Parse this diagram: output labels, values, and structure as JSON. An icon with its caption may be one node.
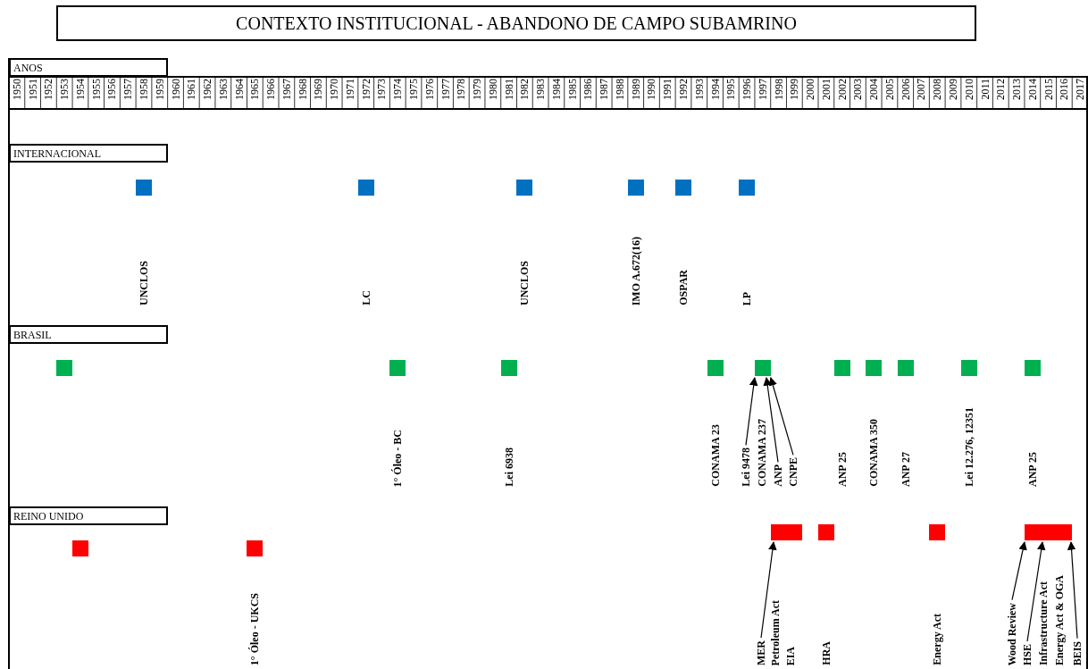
{
  "diagram": {
    "title": "CONTEXTO INSTITUCIONAL - ABANDONO DE CAMPO SUBAMRINO",
    "nodes": [
      {
        "text": [
          "ANOS"
        ]
      },
      {
        "text": [
          "INTERNACIONAL"
        ]
      },
      {
        "text": [],
        "shape": "box"
      },
      {
        "text": [],
        "shape": "box"
      },
      {
        "text": [],
        "shape": "box"
      },
      {
        "text": [],
        "shape": "box"
      },
      {
        "text": [],
        "shape": "box"
      },
      {
        "text": [],
        "shape": "box"
      },
      {
        "text": [
          "BRASIL"
        ]
      },
      {
        "text": [],
        "shape": "box"
      },
      {
        "text": [],
        "shape": "box"
      },
      {
        "text": [],
        "shape": "box"
      },
      {
        "text": [],
        "shape": "box"
      },
      {
        "text": [],
        "shape": "box"
      },
      {
        "text": [
          "Lei 9478"
        ]
      },
      {
        "text": [
          "ANP"
        ]
      },
      {
        "text": [
          "CNPE"
        ]
      },
      {
        "text": [],
        "shape": "box"
      },
      {
        "text": [],
        "shape": "box"
      },
      {
        "text": [],
        "shape": "box"
      },
      {
        "text": [],
        "shape": "box"
      },
      {
        "text": [],
        "shape": "box"
      },
      {
        "text": [
          "REINO UNIDO"
        ]
      },
      {
        "text": [],
        "shape": "box"
      },
      {
        "text": [],
        "shape": "box"
      },
      {
        "text": [],
        "shape": "bar"
      },
      {
        "text": [
          "MER"
        ]
      },
      {
        "text": [],
        "shape": "box"
      },
      {
        "text": [],
        "shape": "box"
      },
      {
        "text": [],
        "shape": "bar"
      },
      {
        "text": [
          "Wood Review"
        ]
      },
      {
        "text": [
          "HSE"
        ]
      },
      {
        "text": [
          "BEIS"
        ]
      }
    ],
    "edges": [
      {
        "from": 14,
        "to": 13,
        "arrow": "to"
      },
      {
        "from": 15,
        "to": 13,
        "arrow": "to"
      },
      {
        "from": 16,
        "to": 13,
        "arrow": "to"
      },
      {
        "from": 26,
        "to": 25,
        "arrow": "to"
      },
      {
        "from": 30,
        "to": 29,
        "arrow": "to"
      },
      {
        "from": 31,
        "to": 29,
        "arrow": "to"
      },
      {
        "from": 32,
        "to": 29,
        "arrow": "to"
      }
    ],
    "labels": [
      "1950",
      "1951",
      "1952",
      "1953",
      "1954",
      "1955",
      "1956",
      "1957",
      "1958",
      "1959",
      "1960",
      "1961",
      "1962",
      "1963",
      "1964",
      "1965",
      "1966",
      "1967",
      "1968",
      "1969",
      "1970",
      "1971",
      "1972",
      "1973",
      "1974",
      "1975",
      "1976",
      "1977",
      "1978",
      "1979",
      "1980",
      "1981",
      "1982",
      "1983",
      "1984",
      "1985",
      "1986",
      "1987",
      "1988",
      "1989",
      "1990",
      "1991",
      "1992",
      "1993",
      "1994",
      "1995",
      "1996",
      "1997",
      "1998",
      "1999",
      "2000",
      "2001",
      "2002",
      "2003",
      "2004",
      "2005",
      "2006",
      "2007",
      "2008",
      "2009",
      "2010",
      "2011",
      "2012",
      "2013",
      "2014",
      "2015",
      "2016",
      "2017",
      "UNCLOS",
      "LC",
      "UNCLOS",
      "IMO A.672(16)",
      "OSPAR",
      "LP",
      "1° Óleo - BC",
      "Lei 6938",
      "CONAMA 23",
      "CONAMA 237",
      "ANP 25",
      "CONAMA 350",
      "ANP 27",
      "Lei 12.276, 12351",
      "ANP 25",
      "1° Óleo - UKCS",
      "Petroleum Act",
      "EIA",
      "HRA",
      "Energy Act",
      "Infrastructure Act",
      "Energy Act & OGA"
    ]
  }
}
